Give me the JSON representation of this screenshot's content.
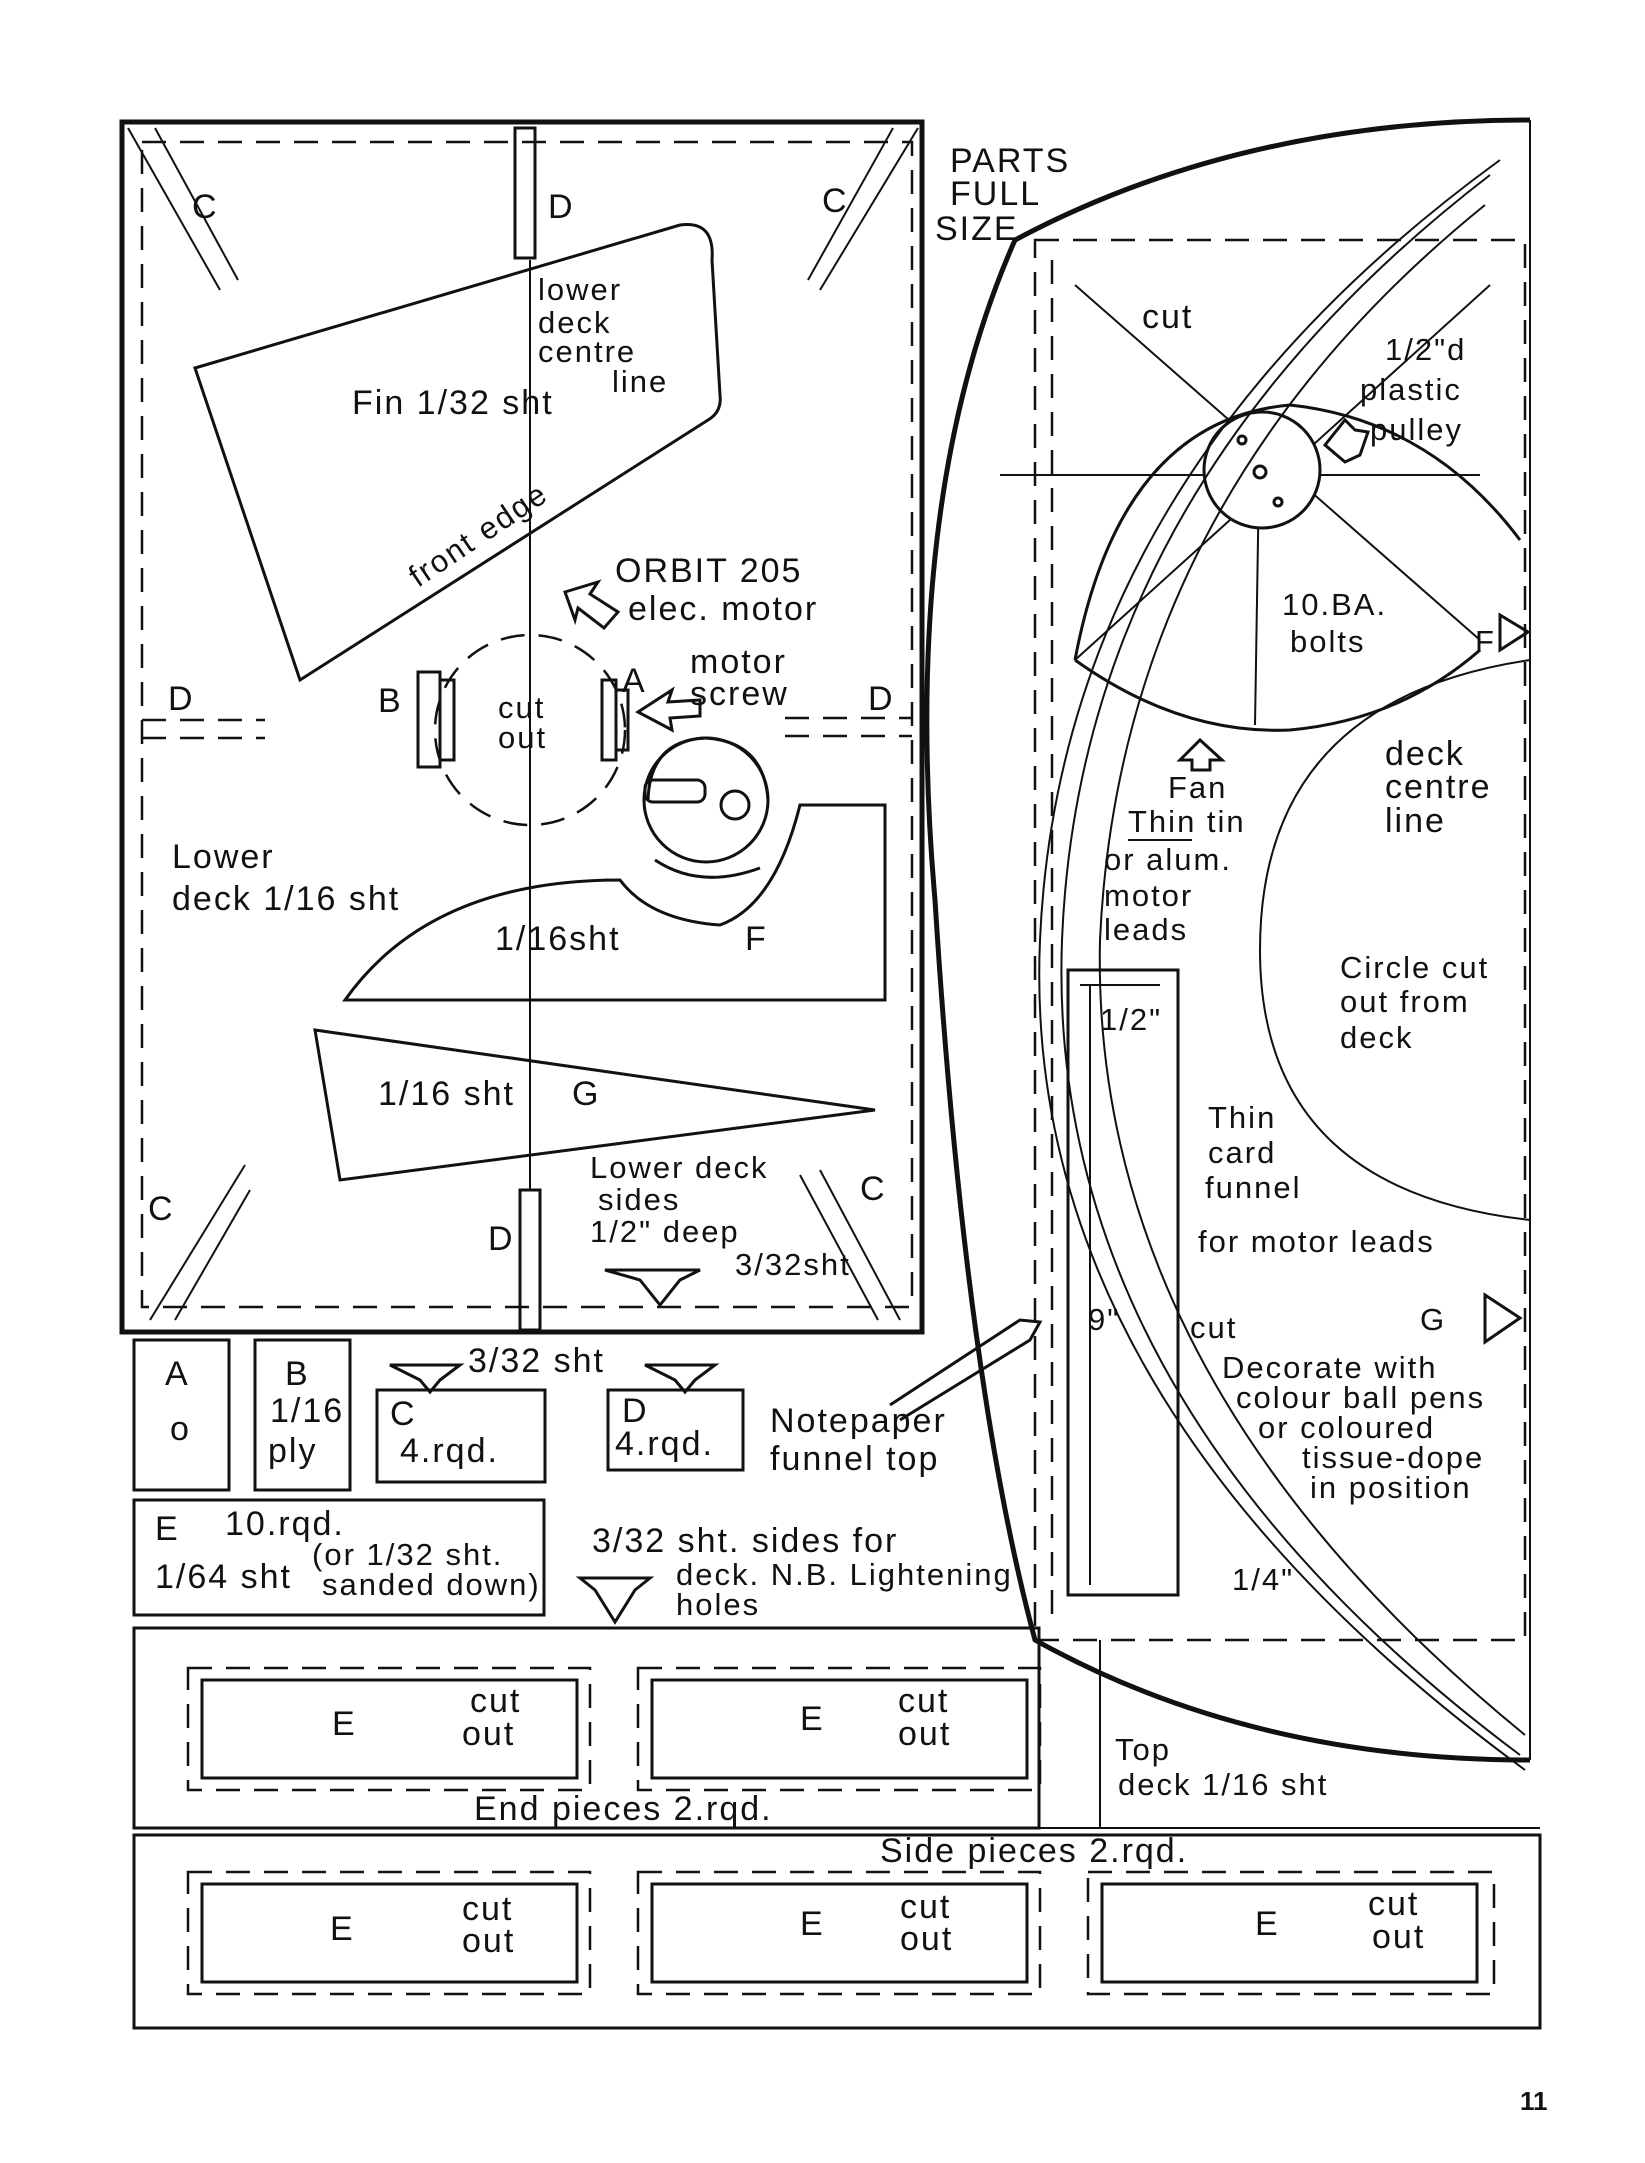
{
  "parts_full_size": [
    "PARTS",
    "FULL",
    "SIZE"
  ],
  "left_sheet": {
    "c_label": "C",
    "d_label": "D",
    "fin": {
      "centre_line": [
        "lower",
        "deck",
        "centre",
        "line"
      ],
      "name": "Fin 1/32 sht",
      "front_edge": "front edge"
    },
    "motor": {
      "line1": "ORBIT 205",
      "line2": "elec. motor",
      "screw": [
        "motor",
        "screw"
      ],
      "cut_out": [
        "cut",
        "out"
      ],
      "a_label": "A",
      "b_label": "B"
    },
    "lower_deck": [
      "Lower",
      "deck 1/16 sht"
    ],
    "part_f": {
      "name": "1/16sht",
      "label": "F"
    },
    "part_g": {
      "name": "1/16 sht",
      "label": "G"
    },
    "sides_note": [
      "Lower deck",
      "sides",
      "1/2\" deep",
      "3/32sht"
    ]
  },
  "small_parts": {
    "a": {
      "label": "A",
      "glyph": "o"
    },
    "b": {
      "label": "B",
      "line1": "1/16",
      "line2": "ply"
    },
    "sheet_note": "3/32 sht",
    "c": {
      "label": "C",
      "qty": "4.rqd."
    },
    "d": {
      "label": "D",
      "qty": "4.rqd."
    },
    "notepaper": [
      "Notepaper",
      "funnel top"
    ],
    "e": {
      "label": "E",
      "qty": "10.rqd.",
      "sheet": "1/64 sht",
      "alt": [
        "(or 1/32 sht.",
        "sanded down)"
      ]
    },
    "sides_note": [
      "3/32 sht. sides for",
      "deck. N.B. Lightening",
      "holes"
    ]
  },
  "right_sheet": {
    "cut": "cut",
    "pulley": [
      "1/2\"d",
      "plastic",
      "pulley"
    ],
    "bolts": [
      "10.BA.",
      "bolts"
    ],
    "f_marker": "F",
    "fan": [
      "Fan",
      "Thin tin",
      "or alum.",
      "motor",
      "leads"
    ],
    "deck_centre": [
      "deck",
      "centre",
      "line"
    ],
    "circle_cut": [
      "Circle cut",
      "out from",
      "deck"
    ],
    "dim_half": "1/2\"",
    "dim_nine": "9\"",
    "dim_quarter": "1/4\"",
    "card_funnel": [
      "Thin",
      "card",
      "funnel"
    ],
    "motor_leads": "for motor leads",
    "cut2": "cut",
    "g_marker": "G",
    "decorate": [
      "Decorate with",
      "colour  ball pens",
      "or  coloured",
      "tissue-dope",
      "in position"
    ],
    "top_deck": [
      "Top",
      "deck 1/16 sht"
    ]
  },
  "end_pieces": {
    "title": "End pieces  2.rqd.",
    "items": [
      {
        "label": "E",
        "cut": [
          "cut",
          "out"
        ]
      },
      {
        "label": "E",
        "cut": [
          "cut",
          "out"
        ]
      }
    ]
  },
  "side_pieces": {
    "title": "Side pieces  2.rqd.",
    "items": [
      {
        "label": "E",
        "cut": [
          "cut",
          "out"
        ]
      },
      {
        "label": "E",
        "cut": [
          "cut",
          "out"
        ]
      },
      {
        "label": "E",
        "cut": [
          "cut",
          "out"
        ]
      }
    ]
  },
  "page_number": "11"
}
